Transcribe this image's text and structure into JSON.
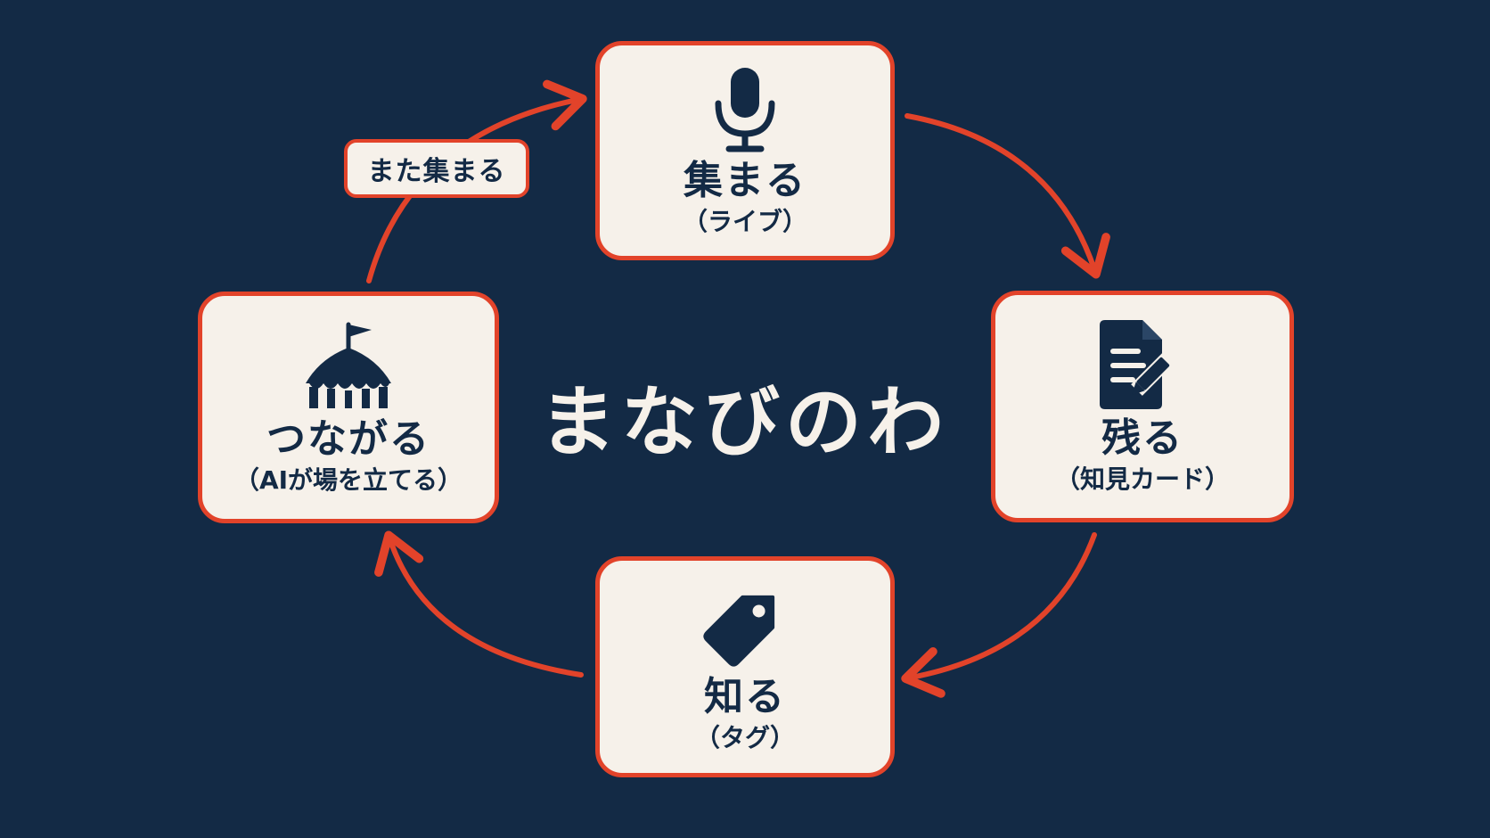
{
  "diagram": {
    "center_title": "まなびのわ",
    "loop_label": "また集まる",
    "colors": {
      "background": "#132a45",
      "accent": "#e2432a",
      "card": "#f6f1ea",
      "text": "#132a45"
    },
    "nodes": {
      "top": {
        "icon": "microphone-icon",
        "title": "集まる",
        "subtitle": "（ライブ）"
      },
      "right": {
        "icon": "document-edit-icon",
        "title": "残る",
        "subtitle": "（知見カード）"
      },
      "bottom": {
        "icon": "tag-icon",
        "title": "知る",
        "subtitle": "（タグ）"
      },
      "left": {
        "icon": "circus-tent-icon",
        "title": "つながる",
        "subtitle": "（AIが場を立てる）"
      }
    }
  }
}
